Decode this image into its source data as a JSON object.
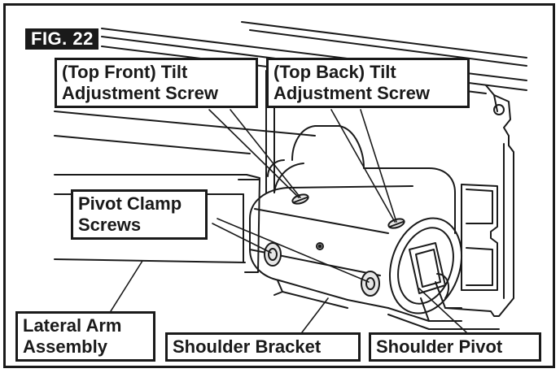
{
  "figure": {
    "label": "FIG. 22"
  },
  "callouts": {
    "top_front": {
      "line1": "(Top Front) Tilt",
      "line2": "Adjustment Screw"
    },
    "top_back": {
      "line1": "(Top Back) Tilt",
      "line2": "Adjustment Screw"
    },
    "pivot_clamp": {
      "line1": "Pivot Clamp",
      "line2": "Screws"
    },
    "lateral_arm": {
      "line1": "Lateral Arm",
      "line2": "Assembly"
    },
    "shoulder_bracket": {
      "line1": "Shoulder Bracket"
    },
    "shoulder_pivot": {
      "line1": "Shoulder Pivot"
    }
  },
  "colors": {
    "ink": "#1a1a1a",
    "shade": "#e6e6e6",
    "background": "#ffffff"
  }
}
